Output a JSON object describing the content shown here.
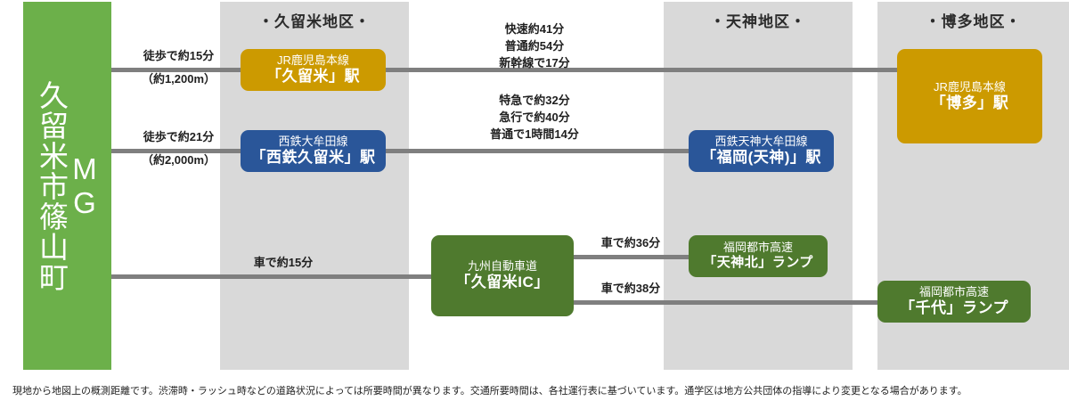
{
  "origin": {
    "name": "MG\n久留米市篠山町"
  },
  "regions": [
    {
      "id": "kurume",
      "label": "・久留米地区・"
    },
    {
      "id": "tenjin",
      "label": "・天神地区・"
    },
    {
      "id": "hakata",
      "label": "・博多地区・"
    }
  ],
  "nodes": {
    "jr_kurume": {
      "line": "JR鹿児島本線",
      "station": "「久留米」駅",
      "color": "#cc9a00"
    },
    "nishitetsu_kurume": {
      "line": "西鉄大牟田線",
      "station": "「西鉄久留米」駅",
      "color": "#2a5699"
    },
    "kurume_ic": {
      "line": "九州自動車道",
      "station": "「久留米IC」",
      "color": "#4f7a2e"
    },
    "jr_hakata": {
      "line": "JR鹿児島本線",
      "station": "「博多」駅",
      "color": "#cc9a00"
    },
    "fukuoka_tenjin": {
      "line": "西鉄天神大牟田線",
      "station": "「福岡(天神)」駅",
      "color": "#2a5699"
    },
    "tenjinkita_ramp": {
      "line": "福岡都市高速",
      "station": "「天神北」ランプ",
      "color": "#4f7a2e"
    },
    "chiyo_ramp": {
      "line": "福岡都市高速",
      "station": "「千代」ランプ",
      "color": "#4f7a2e"
    }
  },
  "edges": {
    "walk_to_jr_kurume": {
      "line1": "徒歩で約15分",
      "line2": "（約1,200m）"
    },
    "walk_to_nishitetsu": {
      "line1": "徒歩で約21分",
      "line2": "（約2,000m）"
    },
    "car_to_kurume_ic": {
      "line1": "車で約15分"
    },
    "jr_kurume_to_hakata": {
      "line1": "快速約41分",
      "line2": "普通約54分",
      "line3": "新幹線で17分"
    },
    "nishitetsu_to_tenjin": {
      "line1": "特急で約32分",
      "line2": "急行で約40分",
      "line3": "普通で1時間14分"
    },
    "ic_to_tenjinkita": {
      "line1": "車で約36分"
    },
    "ic_to_chiyo": {
      "line1": "車で約38分"
    }
  },
  "footnote": {
    "text": "現地から地図上の概測距離です。渋滞時・ラッシュ時などの道路状況によっては所要時間が異なります。交通所要時間は、各社運行表に基づいています。通学区は地方公共団体の指導により変更となる場合があります。"
  },
  "colors": {
    "band": "#d9d9d9",
    "origin": "#6cb04a",
    "line": "#7f7f7f",
    "gold": "#cc9a00",
    "blue": "#2a5699",
    "green": "#4f7a2e"
  }
}
